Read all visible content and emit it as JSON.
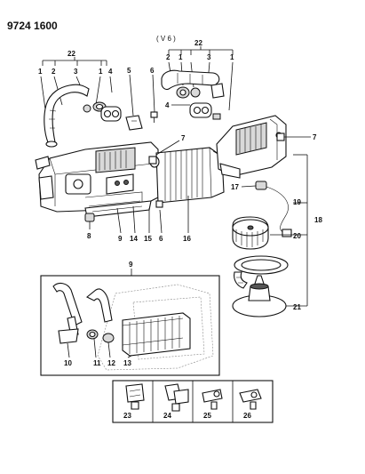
{
  "header": {
    "code": "9724 1600",
    "variant": "( V 6 )"
  },
  "callouts": [
    {
      "id": "c1a",
      "text": "1"
    },
    {
      "id": "c2a",
      "text": "2"
    },
    {
      "id": "c3a",
      "text": "3"
    },
    {
      "id": "c1b",
      "text": "1"
    },
    {
      "id": "c22a",
      "text": "22"
    },
    {
      "id": "c4a",
      "text": "4"
    },
    {
      "id": "c5",
      "text": "5"
    },
    {
      "id": "c6a",
      "text": "6"
    },
    {
      "id": "c22b",
      "text": "22"
    },
    {
      "id": "c2b",
      "text": "2"
    },
    {
      "id": "c1c",
      "text": "1"
    },
    {
      "id": "c3b",
      "text": "3"
    },
    {
      "id": "c1d",
      "text": "1"
    },
    {
      "id": "c4b",
      "text": "4"
    },
    {
      "id": "c7a",
      "text": "7"
    },
    {
      "id": "c7b",
      "text": "7"
    },
    {
      "id": "c17",
      "text": "17"
    },
    {
      "id": "c19",
      "text": "19"
    },
    {
      "id": "c18",
      "text": "18"
    },
    {
      "id": "c20",
      "text": "20"
    },
    {
      "id": "c21",
      "text": "21"
    },
    {
      "id": "c8",
      "text": "8"
    },
    {
      "id": "c9a",
      "text": "9"
    },
    {
      "id": "c14",
      "text": "14"
    },
    {
      "id": "c15",
      "text": "15"
    },
    {
      "id": "c6b",
      "text": "6"
    },
    {
      "id": "c16",
      "text": "16"
    },
    {
      "id": "c9b",
      "text": "9"
    },
    {
      "id": "c10",
      "text": "10"
    },
    {
      "id": "c11",
      "text": "11"
    },
    {
      "id": "c12",
      "text": "12"
    },
    {
      "id": "c13",
      "text": "13"
    },
    {
      "id": "c23",
      "text": "23"
    },
    {
      "id": "c24",
      "text": "24"
    },
    {
      "id": "c25",
      "text": "25"
    },
    {
      "id": "c26",
      "text": "26"
    }
  ]
}
